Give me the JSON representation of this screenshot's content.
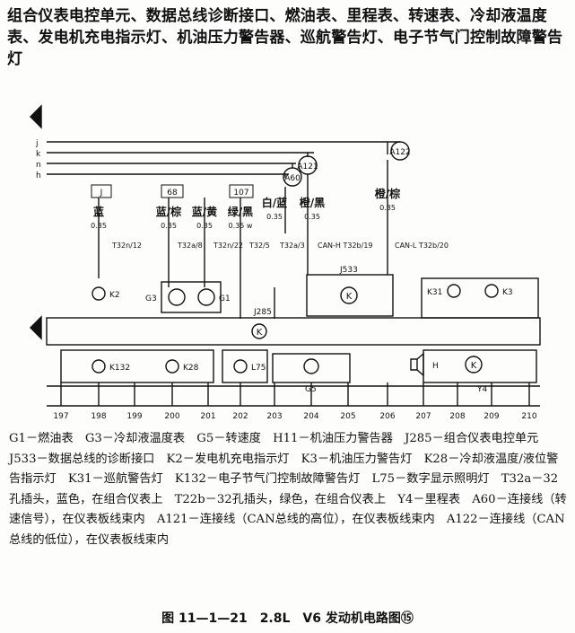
{
  "heading": "组合仪表电控单元、数据总线诊断接口、燃油表、里程表、转速表、冷却液温度表、发电机充电指示灯、机油压力警告器、巡航警告灯、电子节气门控制故障警告灯",
  "connectors_top": [
    "A60",
    "A121",
    "A122"
  ],
  "side_labels": [
    "j",
    "k",
    "n",
    "h"
  ],
  "ref_boxes": [
    "J",
    "68",
    "107"
  ],
  "wires": [
    {
      "color": "蓝",
      "size": "0.35",
      "pin": "T32n/12"
    },
    {
      "color": "蓝/棕",
      "size": "0.35",
      "pin": "T32a/8"
    },
    {
      "color": "蓝/黄",
      "size": "0.35",
      "pin": "T32n/22"
    },
    {
      "color": "绿/黑",
      "size": "0.35 w",
      "pin": "T32/5"
    },
    {
      "color": "白/蓝",
      "size": "0.35",
      "pin": "T32a/3"
    },
    {
      "color": "橙/黑",
      "size": "0.35",
      "pin": "CAN-H T32b/19"
    },
    {
      "color": "橙/棕",
      "size": "0.35",
      "pin": "CAN-L T32b/20"
    }
  ],
  "components": {
    "k2": "K2",
    "g3": "G3",
    "g1": "G1",
    "j533": "J533",
    "j285": "J285",
    "k31": "K31",
    "k3": "K3",
    "k132": "K132",
    "k28": "K28",
    "l75": "L75",
    "g5": "G5",
    "h1": "H",
    "y4": "Y4",
    "j533_symbol": "K",
    "j285_symbol": "K",
    "y4_symbol": "K"
  },
  "column_numbers": [
    "197",
    "198",
    "199",
    "200",
    "201",
    "202",
    "203",
    "204",
    "205",
    "206",
    "207",
    "208",
    "209",
    "210"
  ],
  "legend": "G1－燃油表　G3－冷却液温度表　G5－转速度　H11－机油压力警告器　J285－组合仪表电控单元　J533－数据总线的诊断接口　K2－发电机充电指示灯　K3－机油压力警告灯　K28－冷却液温度/液位警告指示灯　K31－巡航警告灯　K132－电子节气门控制故障警告灯　L75－数字显示照明灯　T32a－32孔插头，蓝色，在组合仪表上　T22b－32孔插头，绿色，在组合仪表上　Y4－里程表　A60－连接线（转速信号），在仪表板线束内　A121－连接线（CAN总线的高位），在仪表板线束内　A122－连接线（CAN总线的低位），在仪表板线束内",
  "caption": "图 11—1—21　2.8L　V6 发动机电路图⑮"
}
